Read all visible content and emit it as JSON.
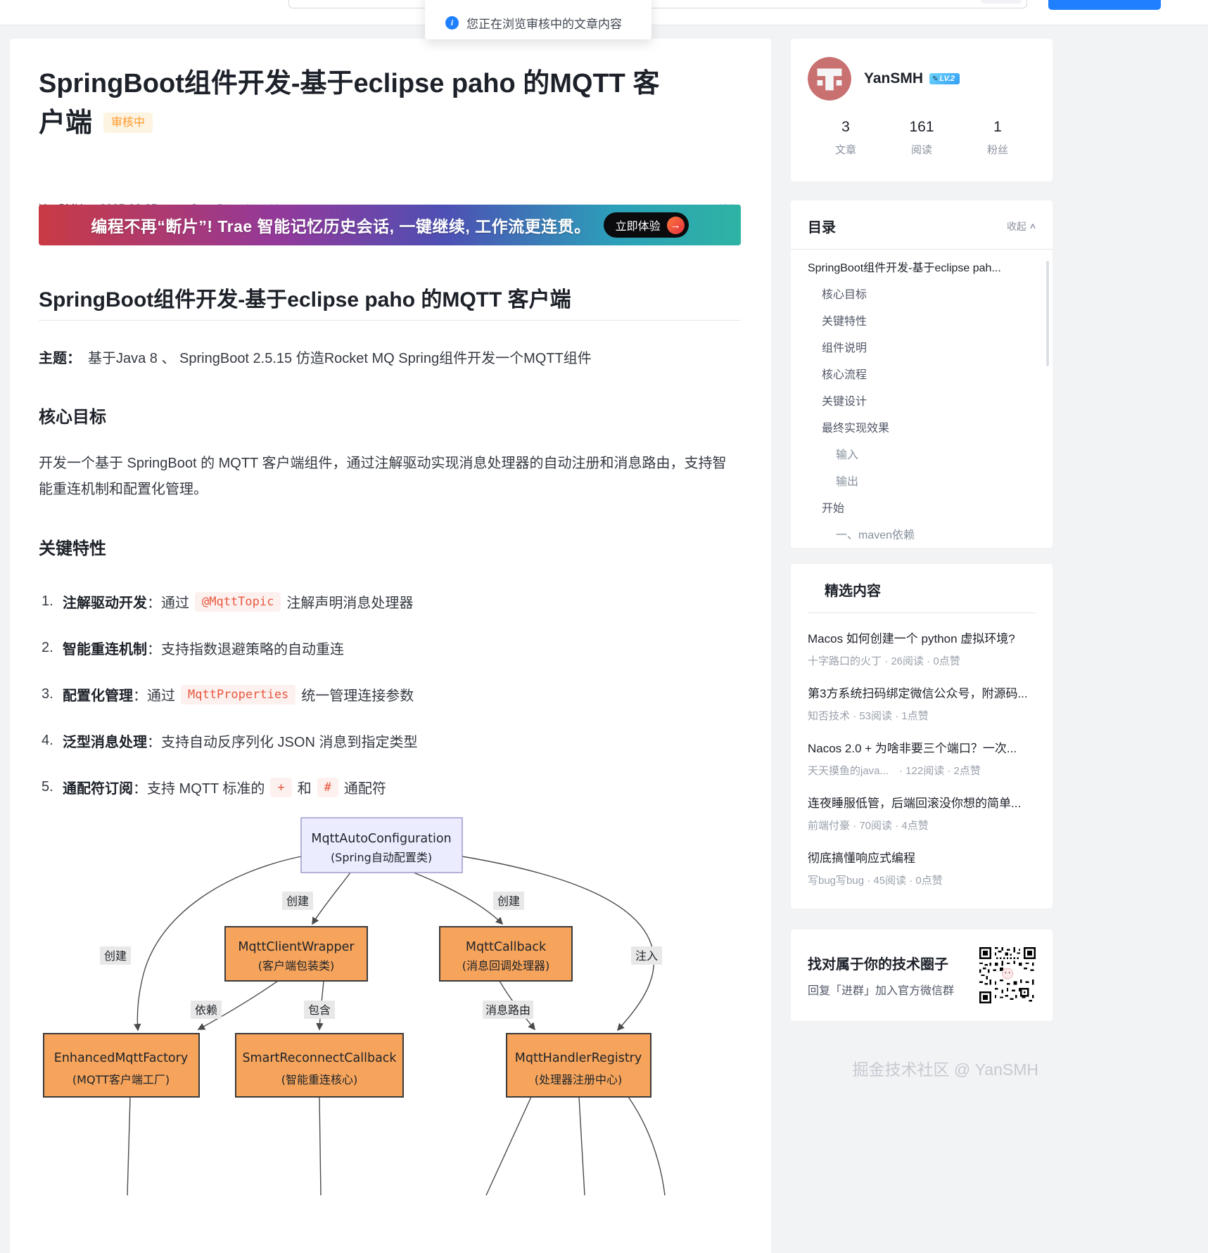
{
  "toast": {
    "text": "您正在浏览审核中的文章内容"
  },
  "article": {
    "title": "SpringBoot组件开发-基于eclipse paho 的MQTT 客户端",
    "status_badge": "审核中",
    "author": "YanSMH",
    "date": "2025-06-05",
    "view_count": "0",
    "read_time": "阅读8分钟",
    "edit_link": "编辑",
    "banner": {
      "text": "编程不再“断片”! Trae 智能记忆历史会话, 一键继续, 工作流更连贯。",
      "cta_label": "立即体验",
      "cta_arrow": "→"
    },
    "section_title": "SpringBoot组件开发-基于eclipse paho 的MQTT 客户端",
    "topic_label": "主题：",
    "topic_text": "基于Java 8 、 SpringBoot 2.5.15 仿造Rocket MQ Spring组件开发一个MQTT组件",
    "core_goal_title": "核心目标",
    "core_goal_text": "开发一个基于 SpringBoot 的 MQTT 客户端组件，通过注解驱动实现消息处理器的自动注册和消息路由，支持智能重连机制和配置化管理。",
    "features_title": "关键特性",
    "features": [
      {
        "num": "1.",
        "label": "注解驱动开发",
        "colon": "：",
        "t1": "通过",
        "code1": "@MqttTopic",
        "t2": "注解声明消息处理器",
        "code2": "",
        "t3": ""
      },
      {
        "num": "2.",
        "label": "智能重连机制",
        "colon": "：",
        "t1": "支持指数退避策略的自动重连",
        "code1": "",
        "t2": "",
        "code2": "",
        "t3": ""
      },
      {
        "num": "3.",
        "label": "配置化管理",
        "colon": "：",
        "t1": "通过",
        "code1": "MqttProperties",
        "t2": "统一管理连接参数",
        "code2": "",
        "t3": ""
      },
      {
        "num": "4.",
        "label": "泛型消息处理",
        "colon": "：",
        "t1": "支持自动反序列化 JSON 消息到指定类型",
        "code1": "",
        "t2": "",
        "code2": "",
        "t3": ""
      },
      {
        "num": "5.",
        "label": "通配符订阅",
        "colon": "：",
        "t1": "支持 MQTT 标准的",
        "code1": "+",
        "t2": "和",
        "code2": "#",
        "t3": "通配符"
      }
    ]
  },
  "diagram": {
    "nodes": [
      {
        "title": "MqttAutoConfiguration",
        "subtitle": "(Spring自动配置类)"
      },
      {
        "title": "MqttClientWrapper",
        "subtitle": "(客户端包装类)"
      },
      {
        "title": "MqttCallback",
        "subtitle": "(消息回调处理器)"
      },
      {
        "title": "EnhancedMqttFactory",
        "subtitle": "(MQTT客户端工厂)"
      },
      {
        "title": "SmartReconnectCallback",
        "subtitle": "(智能重连核心)"
      },
      {
        "title": "MqttHandlerRegistry",
        "subtitle": "(处理器注册中心)"
      }
    ],
    "edge_labels": [
      "创建",
      "创建",
      "创建",
      "注入",
      "依赖",
      "包含",
      "消息路由"
    ]
  },
  "sidebar": {
    "author": {
      "name": "YanSMH",
      "level": "LV.2",
      "stats": [
        {
          "value": "3",
          "label": "文章"
        },
        {
          "value": "161",
          "label": "阅读"
        },
        {
          "value": "1",
          "label": "粉丝"
        }
      ]
    },
    "toc": {
      "title": "目录",
      "collapse": "收起",
      "items": [
        {
          "label": "SpringBoot组件开发-基于eclipse pah..."
        },
        {
          "label": "核心目标"
        },
        {
          "label": "关键特性"
        },
        {
          "label": "组件说明"
        },
        {
          "label": "核心流程"
        },
        {
          "label": "关键设计"
        },
        {
          "label": "最终实现效果"
        },
        {
          "label": "输入"
        },
        {
          "label": "输出"
        },
        {
          "label": "开始"
        },
        {
          "label": "一、maven依赖"
        }
      ]
    },
    "featured": {
      "title": "精选内容",
      "items": [
        {
          "title": "Macos 如何创建一个 python 虚拟环境?",
          "meta": "十字路口的火丁 · 26阅读 · 0点赞"
        },
        {
          "title": "第3方系统扫码绑定微信公众号，附源码...",
          "meta": "知否技术 · 53阅读 · 1点赞"
        },
        {
          "title": "Nacos 2.0 + 为啥非要三个端口？一次...",
          "meta": "天天摸鱼的java...　· 122阅读 · 2点赞"
        },
        {
          "title": "连夜睡服低管，后端回滚没你想的简单...",
          "meta": "前端付豪 · 70阅读 · 4点赞"
        },
        {
          "title": "彻底搞懂响应式编程",
          "meta": "写bug写bug · 45阅读 · 0点赞"
        }
      ]
    },
    "community": {
      "title": "找对属于你的技术圈子",
      "subtitle": "回复「进群」加入官方微信群"
    }
  },
  "watermark": "掘金技术社区 @ YanSMH",
  "colors": {
    "accent_blue": "#1e80ff",
    "badge_orange": "#ff9a2e",
    "node_orange": "#f6a45c",
    "node_lavender": "#ececff",
    "banner_gradient": [
      "#c93a44",
      "#93399a",
      "#4d50b4",
      "#2eb3a4"
    ]
  }
}
